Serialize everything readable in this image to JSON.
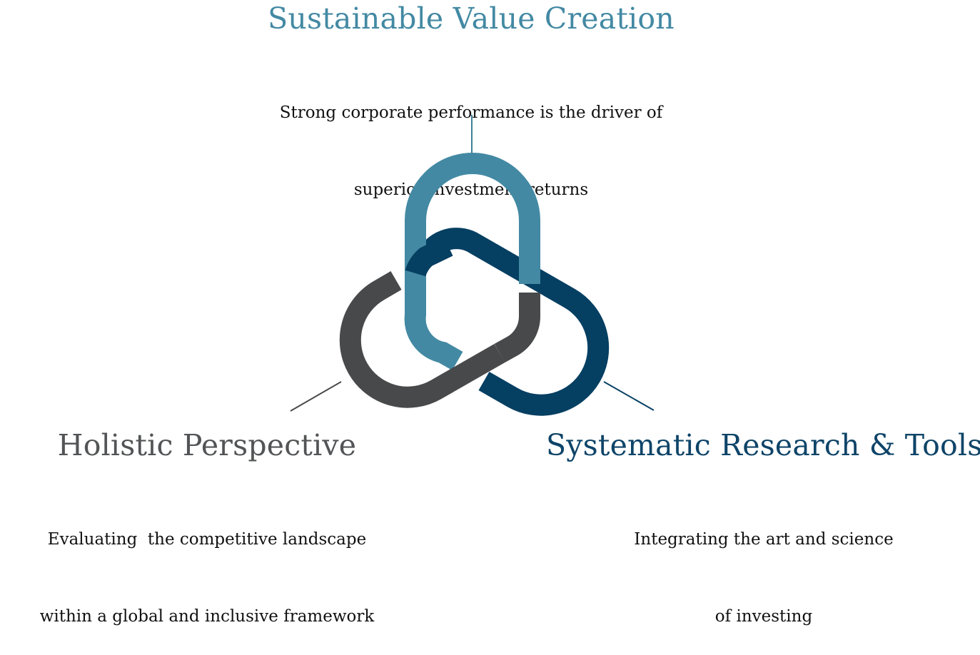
{
  "pillars": {
    "top": {
      "title": "Sustainable Value Creation",
      "description_lines": [
        "Strong corporate performance is the driver of",
        "superior investment returns"
      ],
      "color": "#4389a3"
    },
    "left": {
      "title": "Holistic Perspective",
      "description_lines": [
        "Evaluating  the competitive landscape",
        "within a global and inclusive framework"
      ],
      "color": "#525456"
    },
    "right": {
      "title": "Systematic Research & Tools",
      "description_lines": [
        "Integrating the art and science",
        "of investing"
      ],
      "color": "#0e4468"
    }
  },
  "link_colors": {
    "top_link": "#4389a3",
    "left_link": "#48494b",
    "right_link": "#053f62"
  }
}
